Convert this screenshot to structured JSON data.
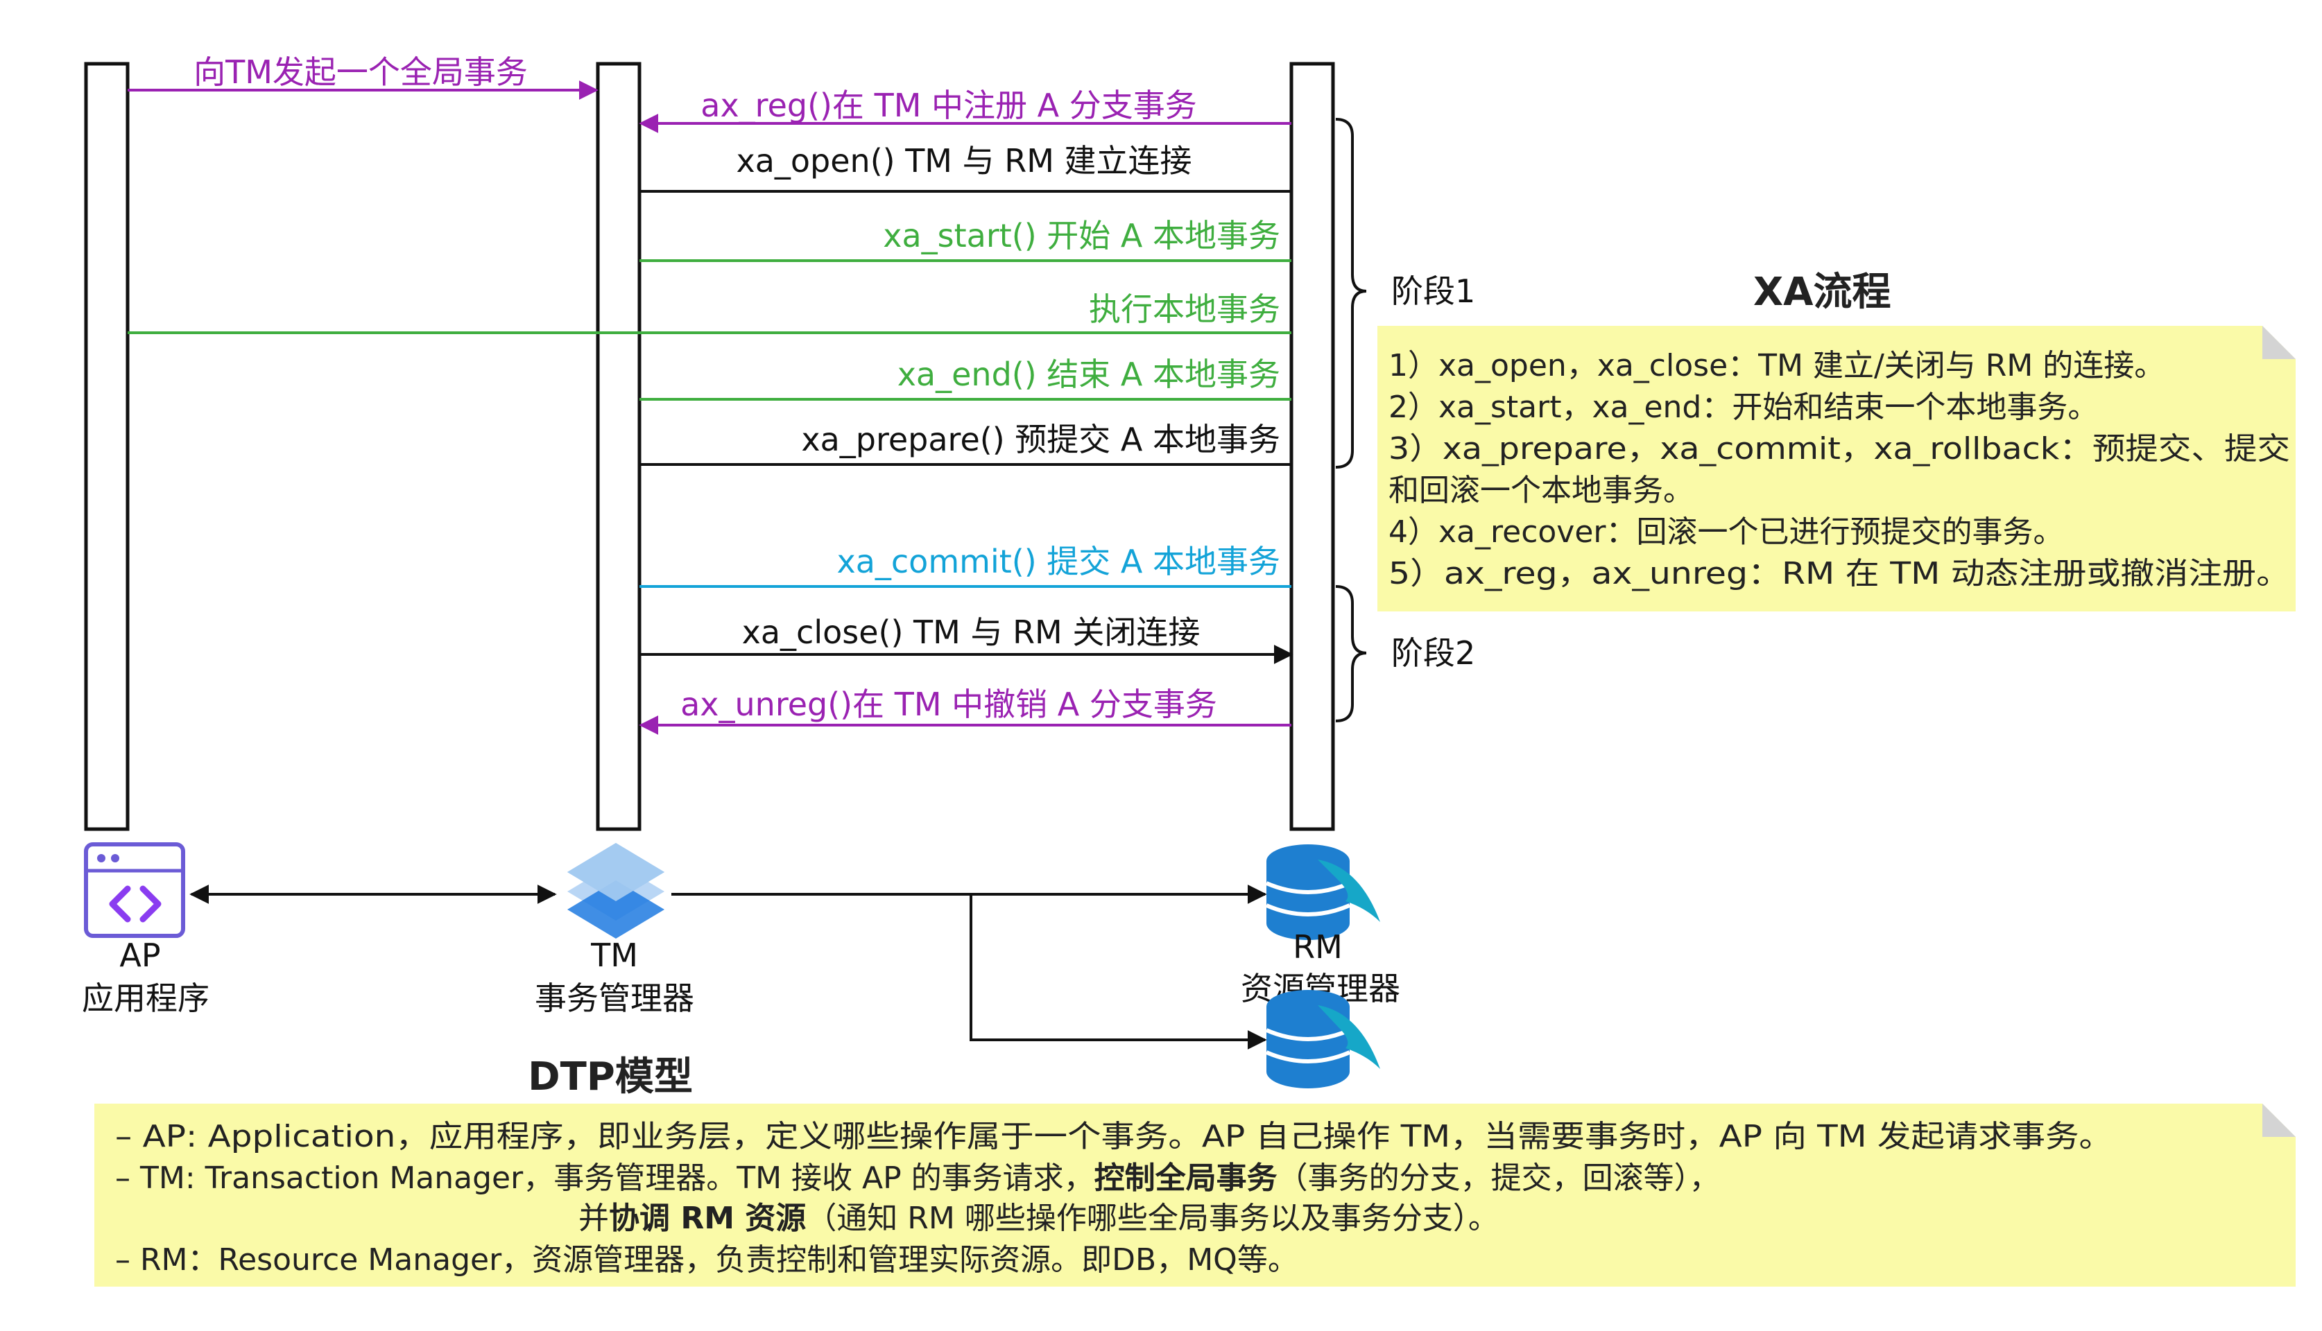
{
  "colors": {
    "purple": "#9a22b2",
    "green": "#3fae3f",
    "blue": "#13a3d8",
    "black": "#111111",
    "note_bg": "#fafaa8",
    "note_fold": "#d4d4d4"
  },
  "messages": [
    {
      "id": "msg-begin-global-tx",
      "text": "向TM发起一个全局事务",
      "color": "purple"
    },
    {
      "id": "msg-ax-reg",
      "text": "ax_reg()在 TM 中注册 A 分支事务",
      "color": "purple"
    },
    {
      "id": "msg-xa-open",
      "text": "xa_open() TM 与 RM 建立连接",
      "color": "black"
    },
    {
      "id": "msg-xa-start",
      "text": "xa_start() 开始 A 本地事务",
      "color": "green"
    },
    {
      "id": "msg-exec-local",
      "text": "执行本地事务",
      "color": "green"
    },
    {
      "id": "msg-xa-end",
      "text": "xa_end() 结束 A 本地事务",
      "color": "green"
    },
    {
      "id": "msg-xa-prepare",
      "text": "xa_prepare() 预提交 A 本地事务",
      "color": "black"
    },
    {
      "id": "msg-xa-commit",
      "text": "xa_commit() 提交 A 本地事务",
      "color": "blue"
    },
    {
      "id": "msg-xa-close",
      "text": "xa_close() TM 与 RM 关闭连接",
      "color": "black"
    },
    {
      "id": "msg-ax-unreg",
      "text": "ax_unreg()在 TM 中撤销 A 分支事务",
      "color": "purple"
    }
  ],
  "phases": {
    "phase1": "阶段1",
    "phase2": "阶段2"
  },
  "xa_flow": {
    "title": "XA流程",
    "lines": [
      "1）xa_open，xa_close：TM 建立/关闭与 RM 的连接。",
      "2）xa_start，xa_end：开始和结束一个本地事务。",
      "3）xa_prepare，xa_commit，xa_rollback：预提交、提交",
      "和回滚一个本地事务。",
      "4）xa_recover：回滚一个已进行预提交的事务。",
      "5）ax_reg，ax_unreg：RM 在 TM 动态注册或撤消注册。"
    ]
  },
  "components": {
    "ap": {
      "name": "AP",
      "desc": "应用程序",
      "icon": "code-window-icon"
    },
    "tm": {
      "name": "TM",
      "desc": "事务管理器",
      "icon": "layers-stack-icon"
    },
    "rm": {
      "name": "RM",
      "desc": "资源管理器",
      "icon": "mysql-database-icon"
    }
  },
  "dtp": {
    "title": "DTP模型",
    "ap_line": "– AP: Application，应用程序，即业务层，定义哪些操作属于一个事务。AP 自己操作 TM，当需要事务时，AP 向 TM 发起请求事务。",
    "tm_line_prefix": "– TM: Transaction Manager，事务管理器。TM 接收 AP 的事务请求，",
    "tm_line_bold": "控制全局事务",
    "tm_line_suffix": "（事务的分支，提交，回滚等），",
    "tm_line2_prefix": "并",
    "tm_line2_bold": "协调 RM 资源",
    "tm_line2_suffix": "（通知 RM 哪些操作哪些全局事务以及事务分支）。",
    "rm_line": "– RM：Resource Manager，资源管理器，负责控制和管理实际资源。即DB，MQ等。"
  }
}
